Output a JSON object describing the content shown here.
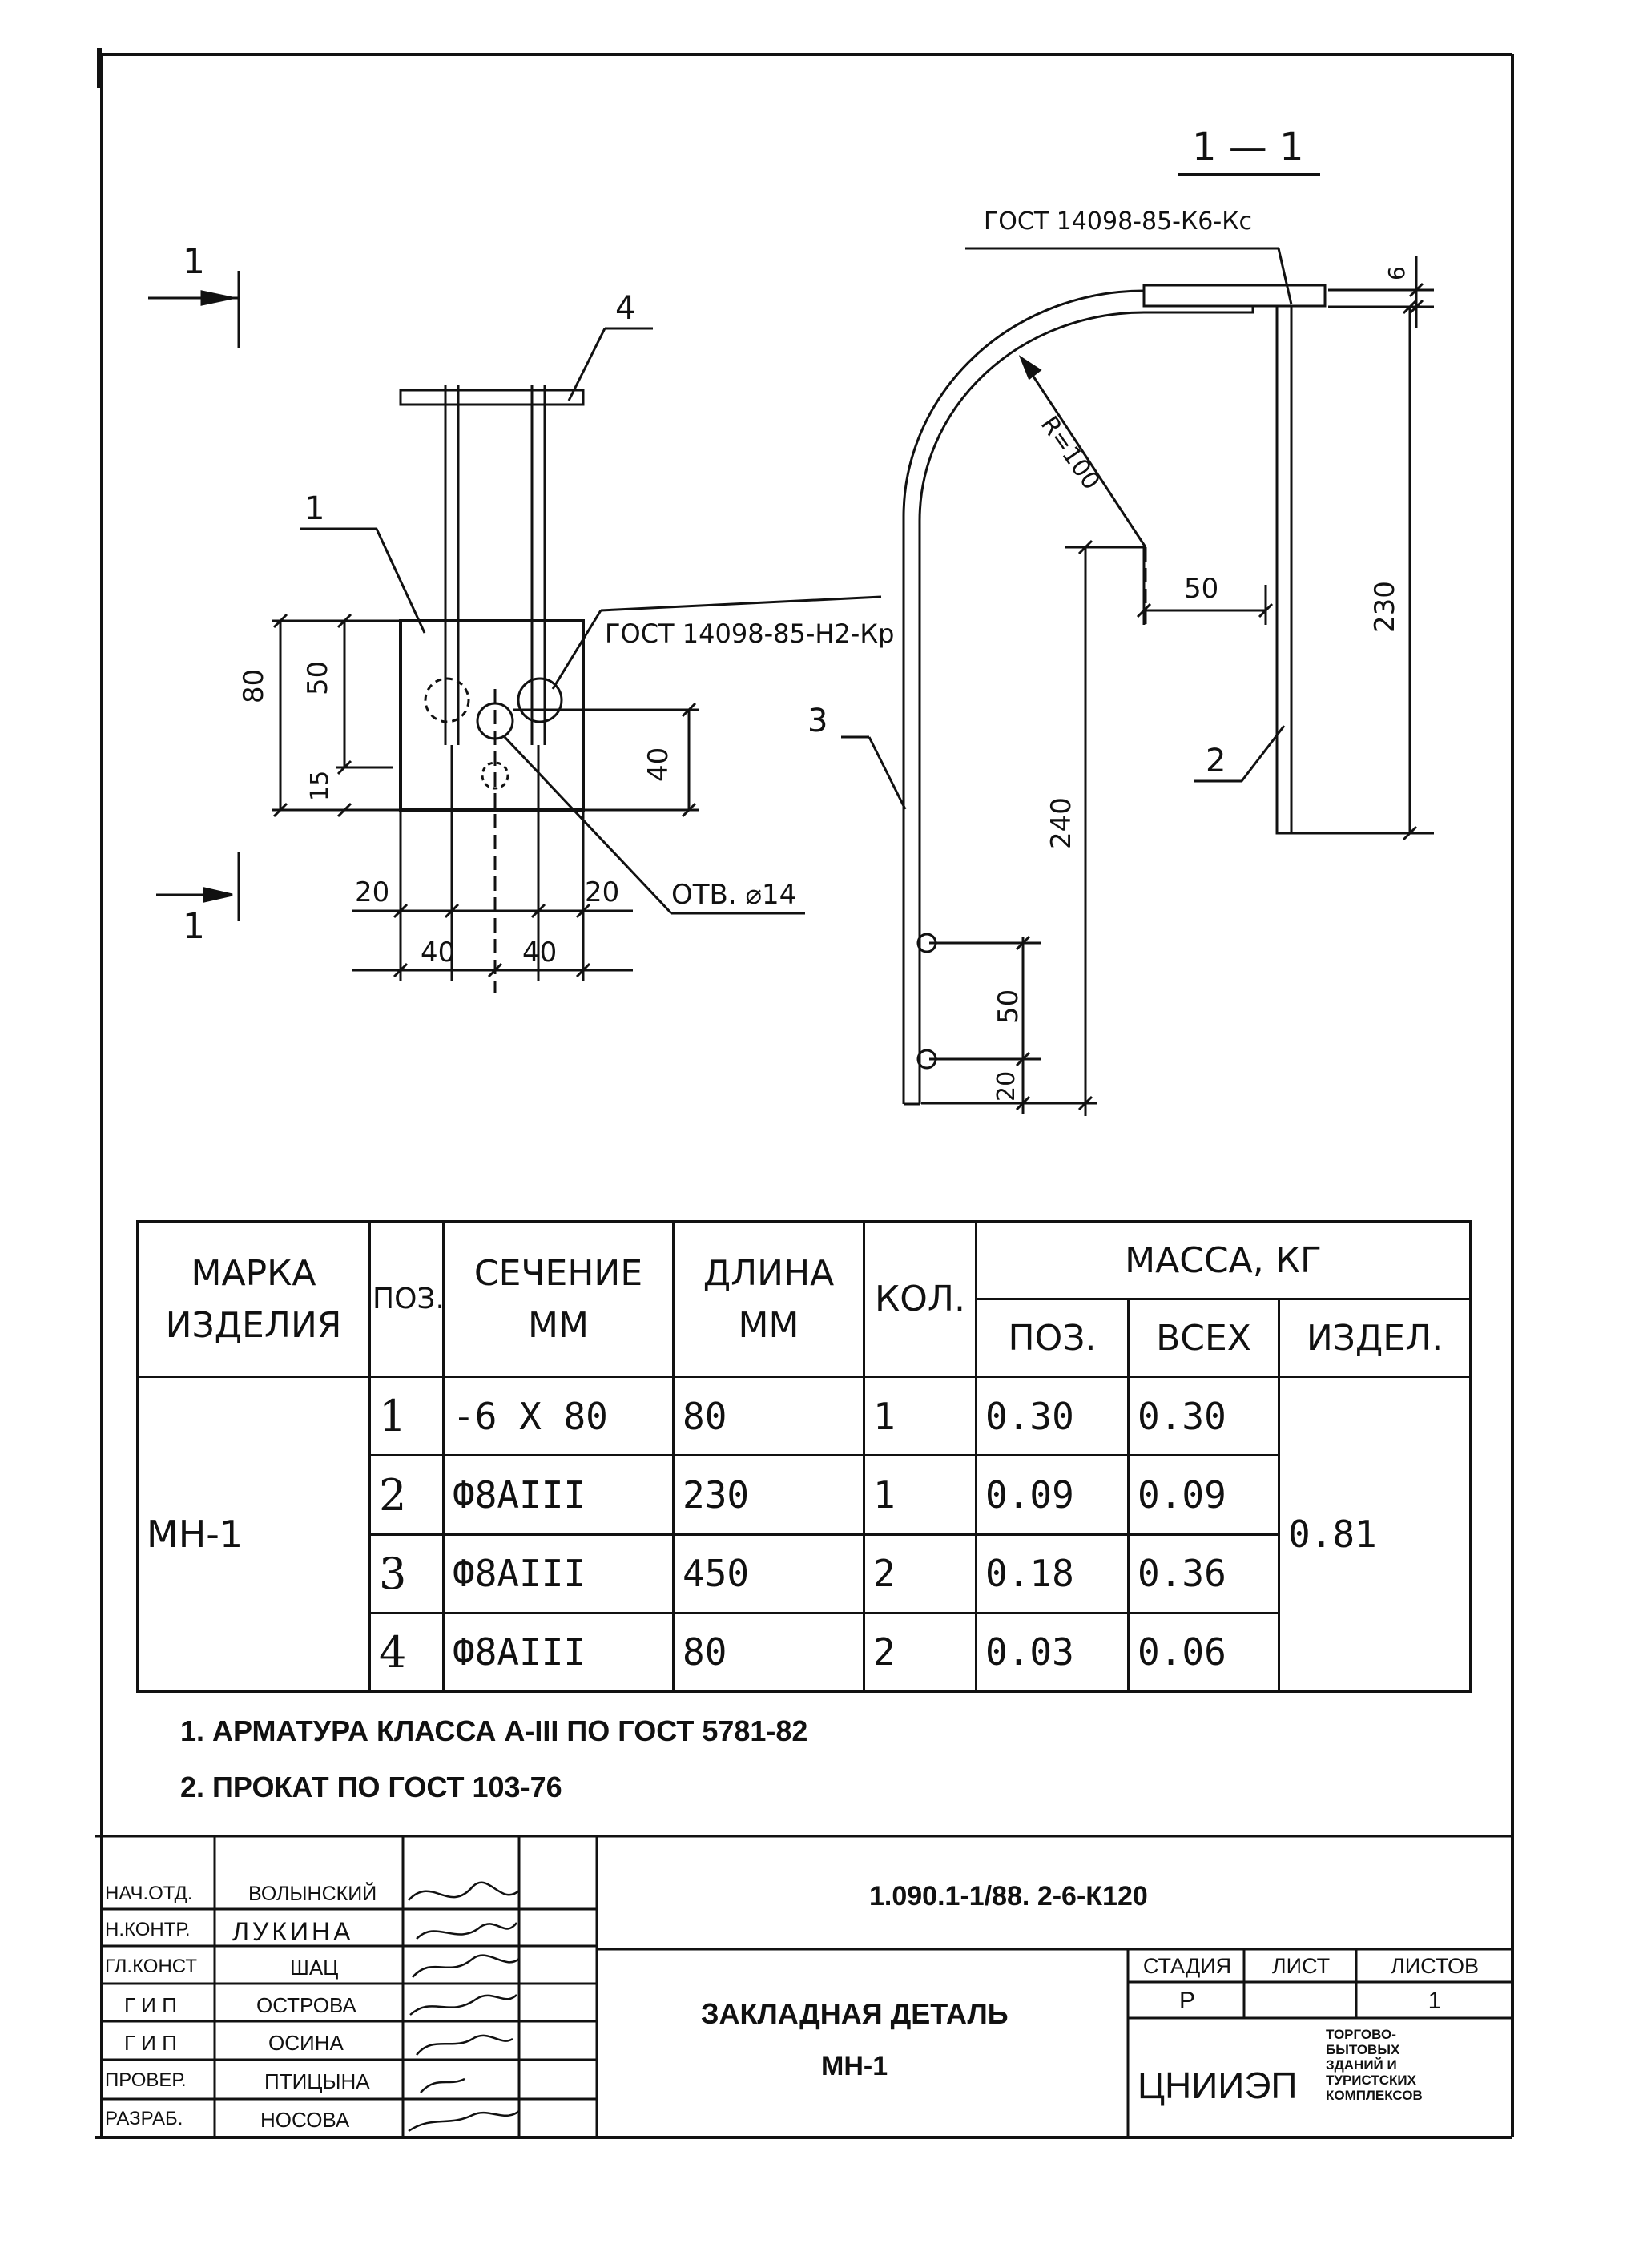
{
  "section_view": {
    "title": "1 — 1",
    "gost_top": "ГОСТ 14098-85-К6-Кс",
    "radius_label": "R=100",
    "dim_6": "6",
    "dim_230": "230",
    "dim_50": "50",
    "dim_240": "240",
    "dim_50b": "50",
    "dim_20b": "20",
    "pos_2": "2",
    "pos_3": "3"
  },
  "plan_view": {
    "section_mark": "1",
    "section_mark_bottom": "1",
    "pos_1": "1",
    "pos_4": "4",
    "gost_mid": "ГОСТ 14098-85-Н2-Кр",
    "hole_label": "ОТВ. ⌀14",
    "dim_80": "80",
    "dim_50": "50",
    "dim_15": "15",
    "dim_40v": "40",
    "dim_20l": "20",
    "dim_20r": "20",
    "dim_40l": "40",
    "dim_40r": "40"
  },
  "table": {
    "headers": {
      "mark": [
        "МАРКА",
        "ИЗДЕЛИЯ"
      ],
      "pos": "ПОЗ.",
      "section": [
        "СЕЧЕНИЕ",
        "ММ"
      ],
      "length": [
        "ДЛИНА",
        "ММ"
      ],
      "qty": "КОЛ.",
      "mass": "МАССА, КГ",
      "mass_pos": "ПОЗ.",
      "mass_all": "ВСЕХ",
      "mass_item": "ИЗДЕЛ."
    },
    "mark": "МН-1",
    "total_mass": "0.81",
    "rows": [
      {
        "pos": "1",
        "section": "-6 X 80",
        "length": "80",
        "qty": "1",
        "mass_pos": "0.30",
        "mass_all": "0.30"
      },
      {
        "pos": "2",
        "section": "Ф8АIII",
        "length": "230",
        "qty": "1",
        "mass_pos": "0.09",
        "mass_all": "0.09"
      },
      {
        "pos": "3",
        "section": "Ф8АIII",
        "length": "450",
        "qty": "2",
        "mass_pos": "0.18",
        "mass_all": "0.36"
      },
      {
        "pos": "4",
        "section": "Ф8АIII",
        "length": "80",
        "qty": "2",
        "mass_pos": "0.03",
        "mass_all": "0.06"
      }
    ]
  },
  "notes": [
    "1. АРМАТУРА КЛАССА А-III  ПО ГОСТ 5781-82",
    "2. ПРОКАТ ПО ГОСТ 103-76"
  ],
  "title_block": {
    "doc_code": "1.090.1-1/88. 2-6-К120",
    "doc_title": [
      "ЗАКЛАДНАЯ ДЕТАЛЬ",
      "МН-1"
    ],
    "stage_header": "СТАДИЯ",
    "sheet_header": "ЛИСТ",
    "sheets_header": "ЛИСТОВ",
    "stage": "Р",
    "sheet": "",
    "sheets": "1",
    "org": "ЦНИИЭП",
    "org_desc": [
      "ТОРГОВО-",
      "БЫТОВЫХ",
      "ЗДАНИЙ И",
      "ТУРИСТСКИХ",
      "КОМПЛЕКСОВ"
    ],
    "staff": [
      {
        "role": "НАЧ.ОТД.",
        "name": "ВОЛЫНСКИЙ"
      },
      {
        "role": "Н.КОНТР.",
        "name": "ЛУКИНА"
      },
      {
        "role": "ГЛ.КОНСТ",
        "name": "ШАЦ"
      },
      {
        "role": "Г И П",
        "name": "ОСТРОВА"
      },
      {
        "role": "Г И П",
        "name": "ОСИНА"
      },
      {
        "role": "ПРОВЕР.",
        "name": "ПТИЦЫНА"
      },
      {
        "role": "РАЗРАБ.",
        "name": "НОСОВА"
      }
    ]
  }
}
